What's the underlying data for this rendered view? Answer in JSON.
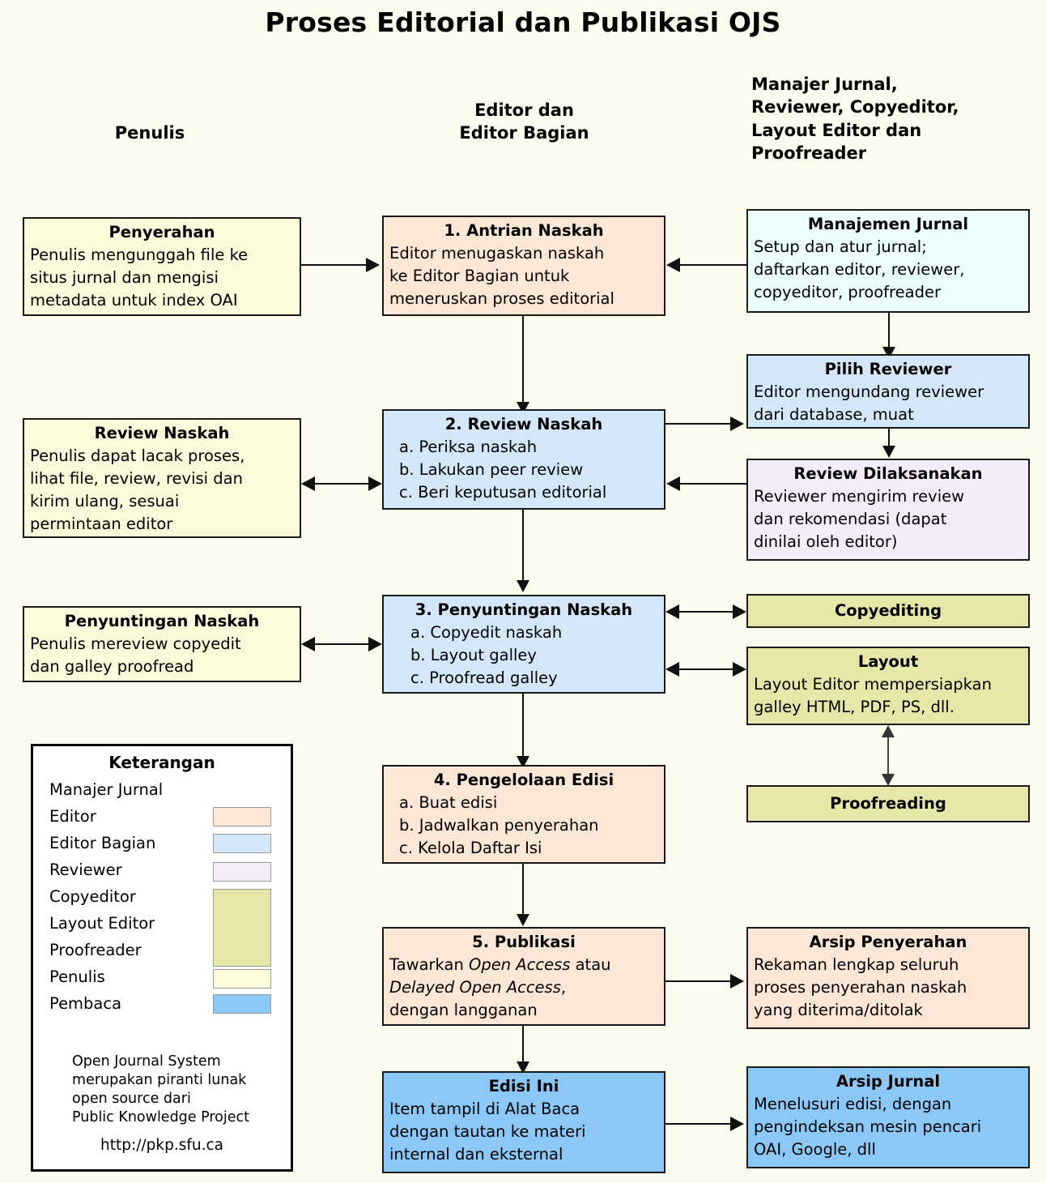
{
  "title": "Proses Editorial dan Publikasi OJS",
  "columns": {
    "left": "Penulis",
    "center_line1": "Editor dan",
    "center_line2": "Editor Bagian",
    "right_line1": "Manajer Jurnal,",
    "right_line2": "Reviewer, Copyeditor,",
    "right_line3": "Layout Editor dan",
    "right_line4": "Proofreader"
  },
  "boxes": {
    "penyerahan": {
      "title": "Penyerahan",
      "l1": "Penulis mengunggah file ke",
      "l2": "situs jurnal dan mengisi",
      "l3": "metadata untuk index OAI"
    },
    "antrian": {
      "title": "1. Antrian Naskah",
      "l1": "Editor menugaskan naskah",
      "l2": "ke Editor Bagian untuk",
      "l3": "meneruskan proses editorial"
    },
    "manajemen": {
      "title": "Manajemen Jurnal",
      "l1": "Setup dan atur jurnal;",
      "l2": "daftarkan editor, reviewer,",
      "l3": "copyeditor, proofreader"
    },
    "pilih_reviewer": {
      "title": "Pilih Reviewer",
      "l1": "Editor mengundang reviewer",
      "l2": "dari database, muat"
    },
    "review_naskah_kiri": {
      "title": "Review Naskah",
      "l1": "Penulis dapat lacak proses,",
      "l2": "lihat file, review, revisi dan",
      "l3": "kirim ulang, sesuai",
      "l4": "permintaan editor"
    },
    "review_naskah": {
      "title": "2. Review Naskah",
      "l1": "a. Periksa naskah",
      "l2": "b. Lakukan peer review",
      "l3": "c. Beri keputusan editorial"
    },
    "review_dilaksanakan": {
      "title": "Review Dilaksanakan",
      "l1": "Reviewer mengirim review",
      "l2": "dan rekomendasi (dapat",
      "l3": "dinilai oleh editor)"
    },
    "penyuntingan_kiri": {
      "title": "Penyuntingan Naskah",
      "l1": "Penulis mereview copyedit",
      "l2": "dan galley proofread"
    },
    "penyuntingan": {
      "title": "3. Penyuntingan Naskah",
      "l1": "a. Copyedit naskah",
      "l2": "b. Layout galley",
      "l3": "c. Proofread galley"
    },
    "copyediting": {
      "title": "Copyediting"
    },
    "layout": {
      "title": "Layout",
      "l1": "Layout Editor mempersiapkan",
      "l2": "galley HTML, PDF, PS, dll."
    },
    "proofreading": {
      "title": "Proofreading"
    },
    "pengelolaan": {
      "title": "4. Pengelolaan Edisi",
      "l1": "a. Buat edisi",
      "l2": "b. Jadwalkan penyerahan",
      "l3": "c. Kelola Daftar Isi"
    },
    "publikasi": {
      "title": "5. Publikasi",
      "l1a": "Tawarkan ",
      "l1b": "Open Access",
      "l1c": " atau",
      "l2a": "Delayed Open Access",
      "l2b": ",",
      "l3": "dengan langganan"
    },
    "arsip_penyerahan": {
      "title": "Arsip Penyerahan",
      "l1": "Rekaman lengkap seluruh",
      "l2": "proses penyerahan naskah",
      "l3": "yang diterima/ditolak"
    },
    "edisi_ini": {
      "title": "Edisi Ini",
      "l1": "Item tampil di Alat Baca",
      "l2": "dengan tautan ke materi",
      "l3": "internal dan eksternal"
    },
    "arsip_jurnal": {
      "title": "Arsip Jurnal",
      "l1": "Menelusuri edisi, dengan",
      "l2": "pengindeksan mesin pencari",
      "l3": "OAI, Google, dll"
    }
  },
  "legend": {
    "title": "Keterangan",
    "items": [
      {
        "label": "Manajer Jurnal",
        "color": "#ecfdfd"
      },
      {
        "label": "Editor",
        "color": "#fce6d5"
      },
      {
        "label": "Editor Bagian",
        "color": "#d4e7f8"
      },
      {
        "label": "Reviewer",
        "color": "#f3ecfb"
      },
      {
        "label": "Copyeditor",
        "color": "#e6e6a8"
      },
      {
        "label": "Layout Editor",
        "color": "#e6e6a8"
      },
      {
        "label": "Proofreader",
        "color": "#e6e6a8"
      },
      {
        "label": "Penulis",
        "color": "#fbfbdc"
      },
      {
        "label": "Pembaca",
        "color": "#8cc8f7"
      }
    ],
    "note_l1": "Open Journal System",
    "note_l2": "merupakan piranti lunak",
    "note_l3": "open source dari",
    "note_l4": "Public Knowledge Project",
    "url": "http://pkp.sfu.ca"
  }
}
